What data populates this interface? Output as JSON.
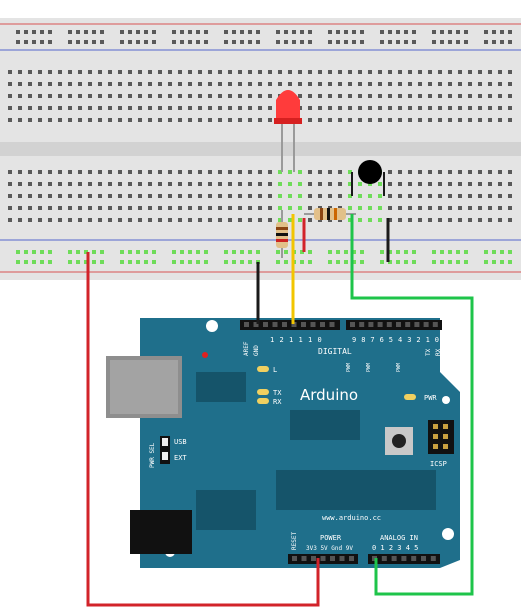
{
  "board": {
    "name": "Arduino",
    "website": "www.arduino.cc",
    "digital_label": "DIGITAL",
    "power_label": "POWER",
    "analog_label": "ANALOG IN",
    "icsp_label": "ICSP",
    "pwr_led_label": "PWR",
    "l_label": "L",
    "tx_label": "TX",
    "rx_label": "RX",
    "pwr_sel_label": "PWR SEL",
    "usb_label": "USB",
    "ext_label": "EXT",
    "aref_label": "AREF",
    "gnd_label": "GND",
    "reset_label": "RESET",
    "power_pins_label": "3V3 5V Gnd 9V",
    "analog_pins_label": "0 1 2 3 4 5",
    "tx_pin_label": "TX",
    "rx_pin_label": "RX",
    "digital_pin_numbers": [
      "1",
      "2",
      "1",
      "1",
      "1",
      "0",
      "9",
      "8",
      "7",
      "6",
      "5",
      "4",
      "3",
      "2",
      "1",
      "0"
    ],
    "pwm_label": "PWM"
  },
  "colors": {
    "breadboard": "#e4e4e4",
    "breadboard_channel": "#d2d2d2",
    "hole": "#5a5a5a",
    "green_hole": "#6fdc5a",
    "rail_red": "#d85555",
    "rail_blue": "#5566cc",
    "board_blue": "#1f6f8b",
    "board_dark": "#15546a",
    "wire_red": "#d2232a",
    "wire_black": "#1a1a1a",
    "wire_yellow": "#f2c500",
    "wire_green": "#1ec44a",
    "led_red": "#ff3b3b"
  }
}
